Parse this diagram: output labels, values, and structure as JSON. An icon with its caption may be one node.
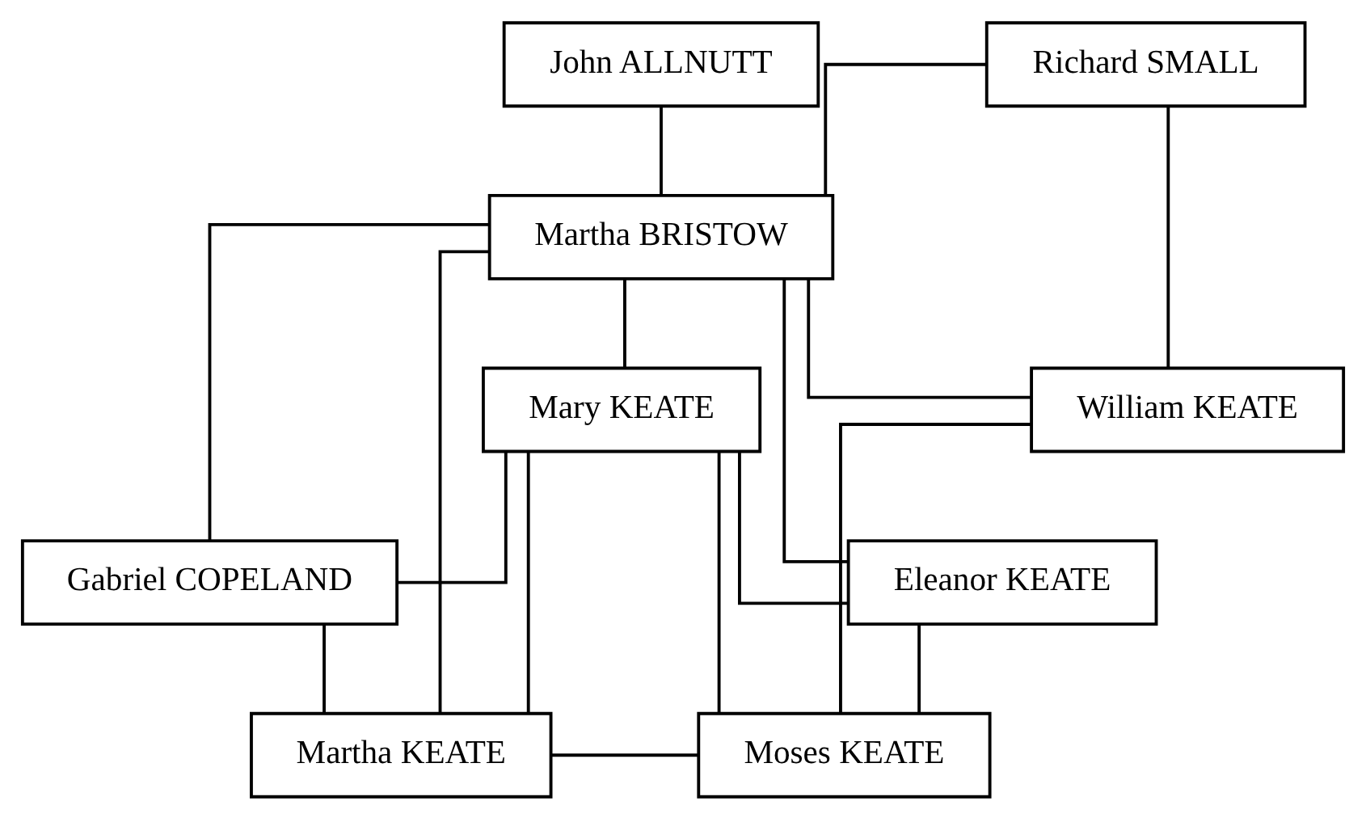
{
  "diagram": {
    "nodes": [
      {
        "text": [
          "John ALLNUTT"
        ]
      },
      {
        "text": [
          "Richard SMALL"
        ]
      },
      {
        "text": [
          "Martha BRISTOW"
        ]
      },
      {
        "text": [
          "Mary KEATE"
        ]
      },
      {
        "text": [
          "William KEATE"
        ]
      },
      {
        "text": [
          "Gabriel COPELAND"
        ]
      },
      {
        "text": [
          "Eleanor KEATE"
        ]
      },
      {
        "text": [
          "Martha KEATE"
        ]
      },
      {
        "text": [
          "Moses KEATE"
        ]
      }
    ],
    "edges": [
      {
        "from": 0,
        "to": 2,
        "arrow": "none"
      },
      {
        "from": 1,
        "to": 2,
        "arrow": "none"
      },
      {
        "from": 1,
        "to": 4,
        "arrow": "none"
      },
      {
        "from": 2,
        "to": 7,
        "arrow": "none"
      },
      {
        "from": 2,
        "to": 5,
        "arrow": "none"
      },
      {
        "from": 2,
        "to": 3,
        "arrow": "none"
      },
      {
        "from": 2,
        "to": 4,
        "arrow": "none"
      },
      {
        "from": 2,
        "to": 6,
        "arrow": "none"
      },
      {
        "from": 3,
        "to": 5,
        "arrow": "none"
      },
      {
        "from": 3,
        "to": 6,
        "arrow": "none"
      },
      {
        "from": 3,
        "to": 7,
        "arrow": "none"
      },
      {
        "from": 3,
        "to": 8,
        "arrow": "none"
      },
      {
        "from": 5,
        "to": 7,
        "arrow": "none"
      },
      {
        "from": 6,
        "to": 8,
        "arrow": "none"
      },
      {
        "from": 7,
        "to": 8,
        "arrow": "none"
      },
      {
        "from": 8,
        "to": 4,
        "arrow": "none"
      }
    ]
  }
}
